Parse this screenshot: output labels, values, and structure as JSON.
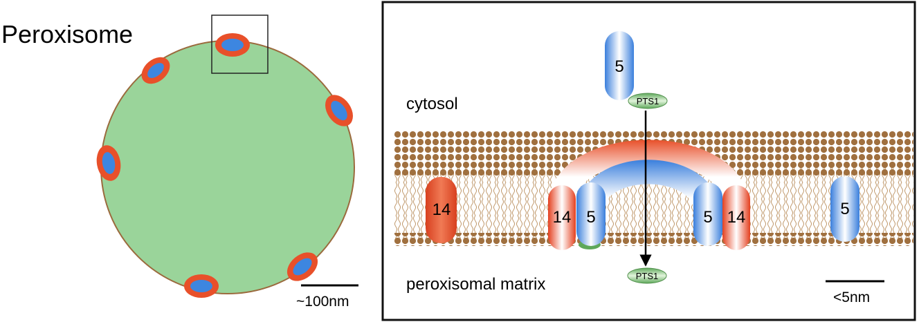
{
  "left_panel": {
    "title": "Peroxisome",
    "scale_label": "~100nm"
  },
  "right_panel": {
    "region_top": "cytosol",
    "region_bottom": "peroxisomal matrix",
    "scale_label": "<5nm",
    "signal_top": "PTS1",
    "signal_bottom": "PTS1",
    "protein_labels": {
      "pex5_free": "5",
      "pex14_left": "14",
      "pex14_pore_left": "14",
      "pex5_pore_left": "5",
      "pex5_pore_right": "5",
      "pex14_pore_right": "14",
      "pex5_membrane_right": "5"
    }
  },
  "colors": {
    "matrix_green": "#9ad49a",
    "membrane_brown": "#9b6a3d",
    "pex14_orange": "#e8502a",
    "pex5_blue": "#3d86e0",
    "pts1_green": "#7cbf6e",
    "frame": "#111111"
  }
}
